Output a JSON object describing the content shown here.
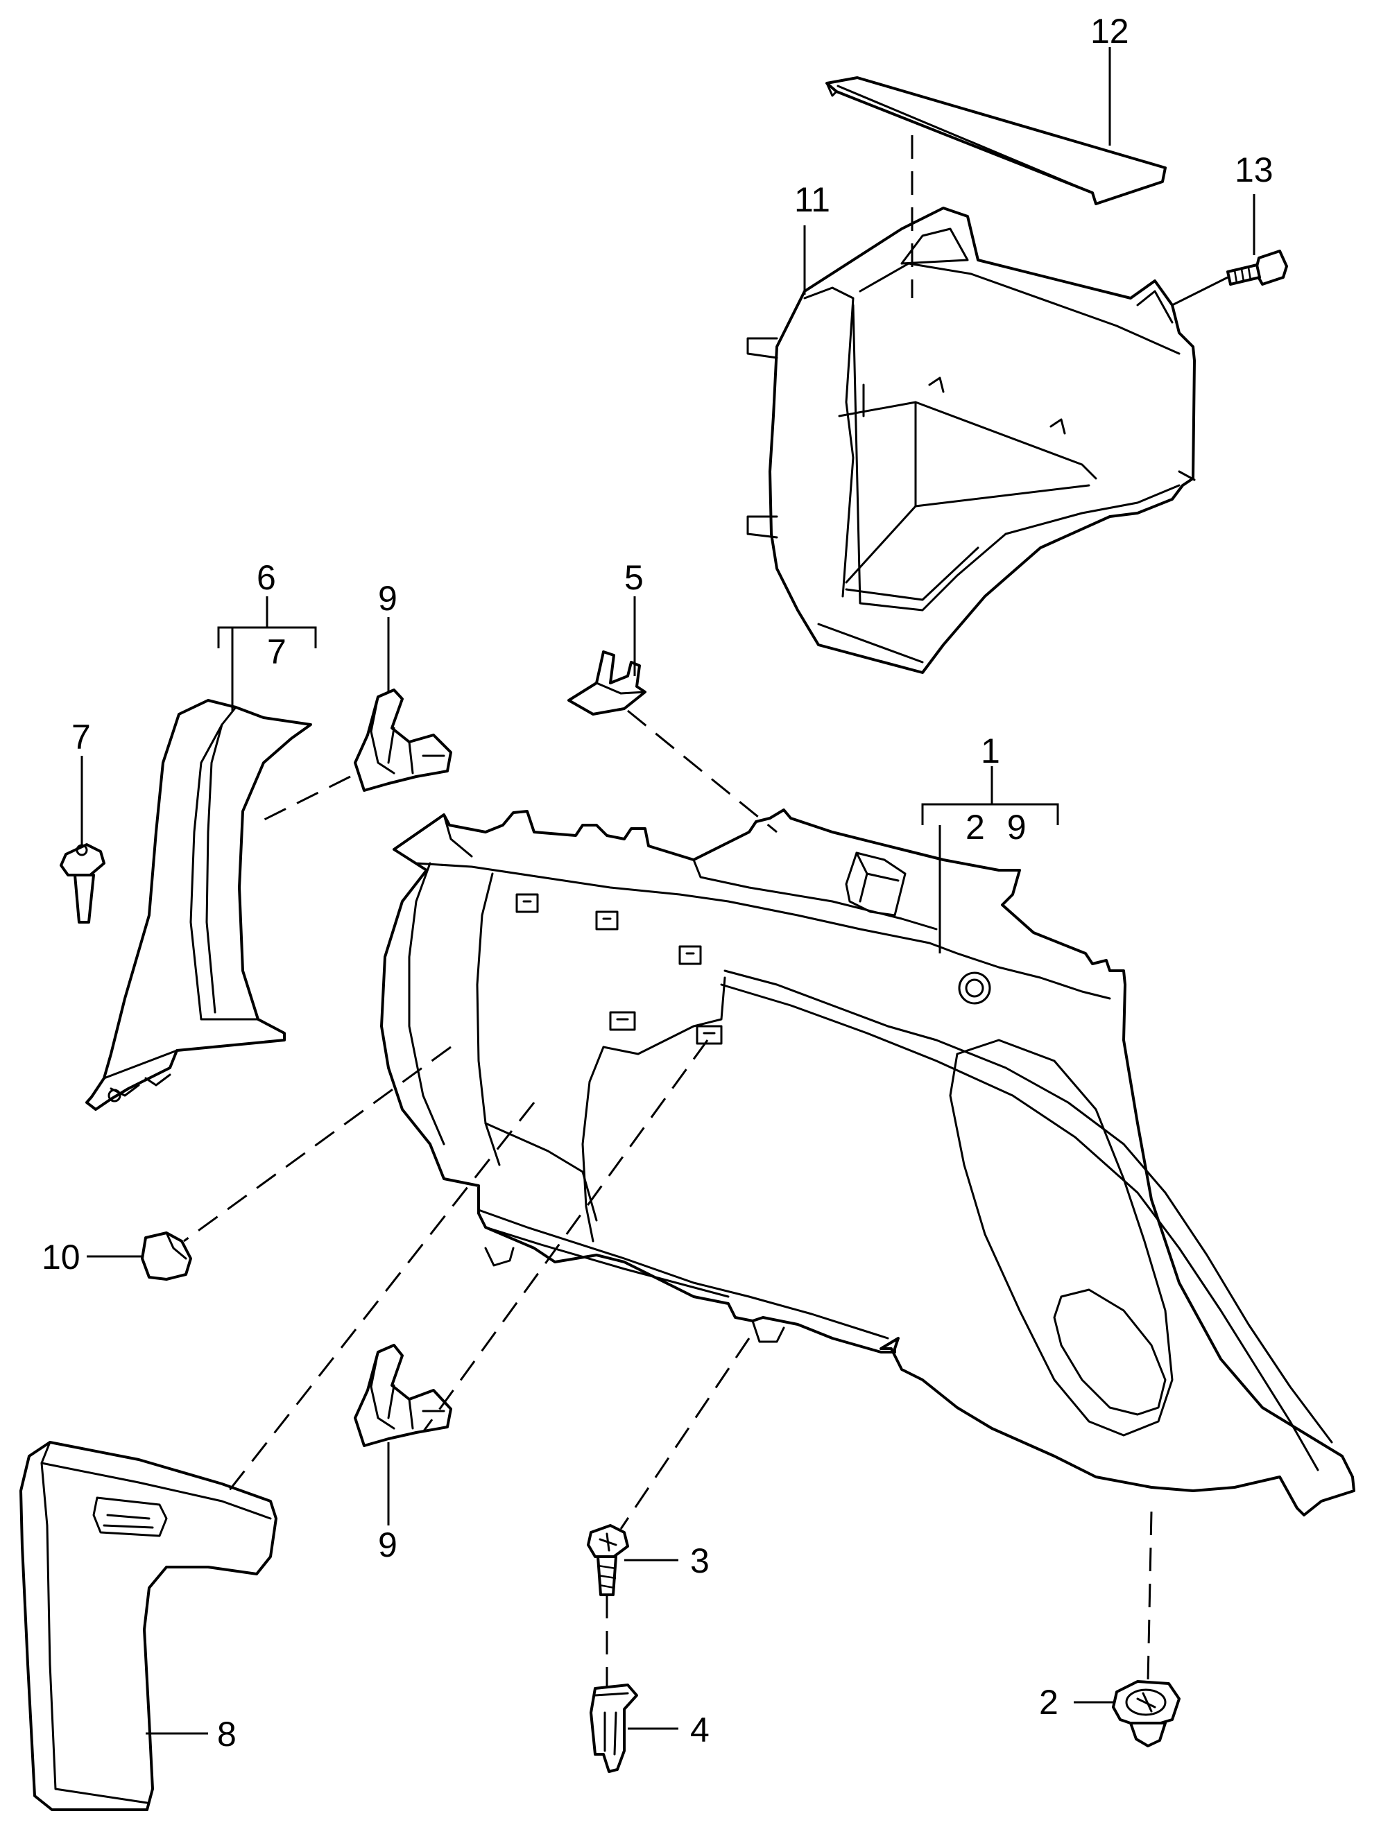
{
  "callouts": {
    "c1": "1",
    "c1_sub": "2 9",
    "c2": "2",
    "c3": "3",
    "c4": "4",
    "c5": "5",
    "c6": "6",
    "c6_sub": "7",
    "c7": "7",
    "c8": "8",
    "c9_top": "9",
    "c9_bottom": "9",
    "c10": "10",
    "c11": "11",
    "c12": "12",
    "c13": "13"
  },
  "colors": {
    "line": "#000000",
    "background": "#ffffff"
  }
}
